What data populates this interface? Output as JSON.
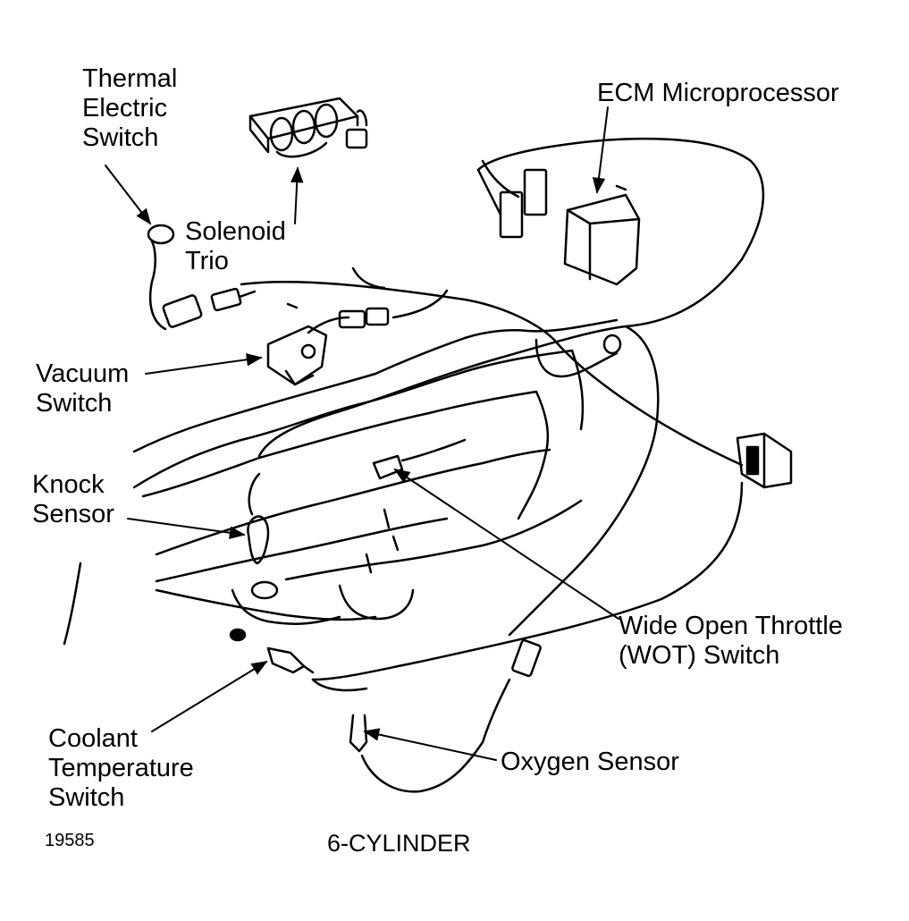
{
  "labels": {
    "thermal_electric_switch": [
      "Thermal",
      "Electric",
      "Switch"
    ],
    "solenoid_trio": [
      "Solenoid",
      "Trio"
    ],
    "ecm_microprocessor": [
      "ECM Microprocessor"
    ],
    "vacuum_switch": [
      "Vacuum",
      "Switch"
    ],
    "knock_sensor": [
      "Knock",
      "Sensor"
    ],
    "wot_switch": [
      "Wide Open Throttle",
      "(WOT) Switch"
    ],
    "coolant_temperature_switch": [
      "Coolant",
      "Temperature",
      "Switch"
    ],
    "oxygen_sensor": [
      "Oxygen Sensor"
    ]
  },
  "figure_number": "19585",
  "caption": "6-CYLINDER"
}
